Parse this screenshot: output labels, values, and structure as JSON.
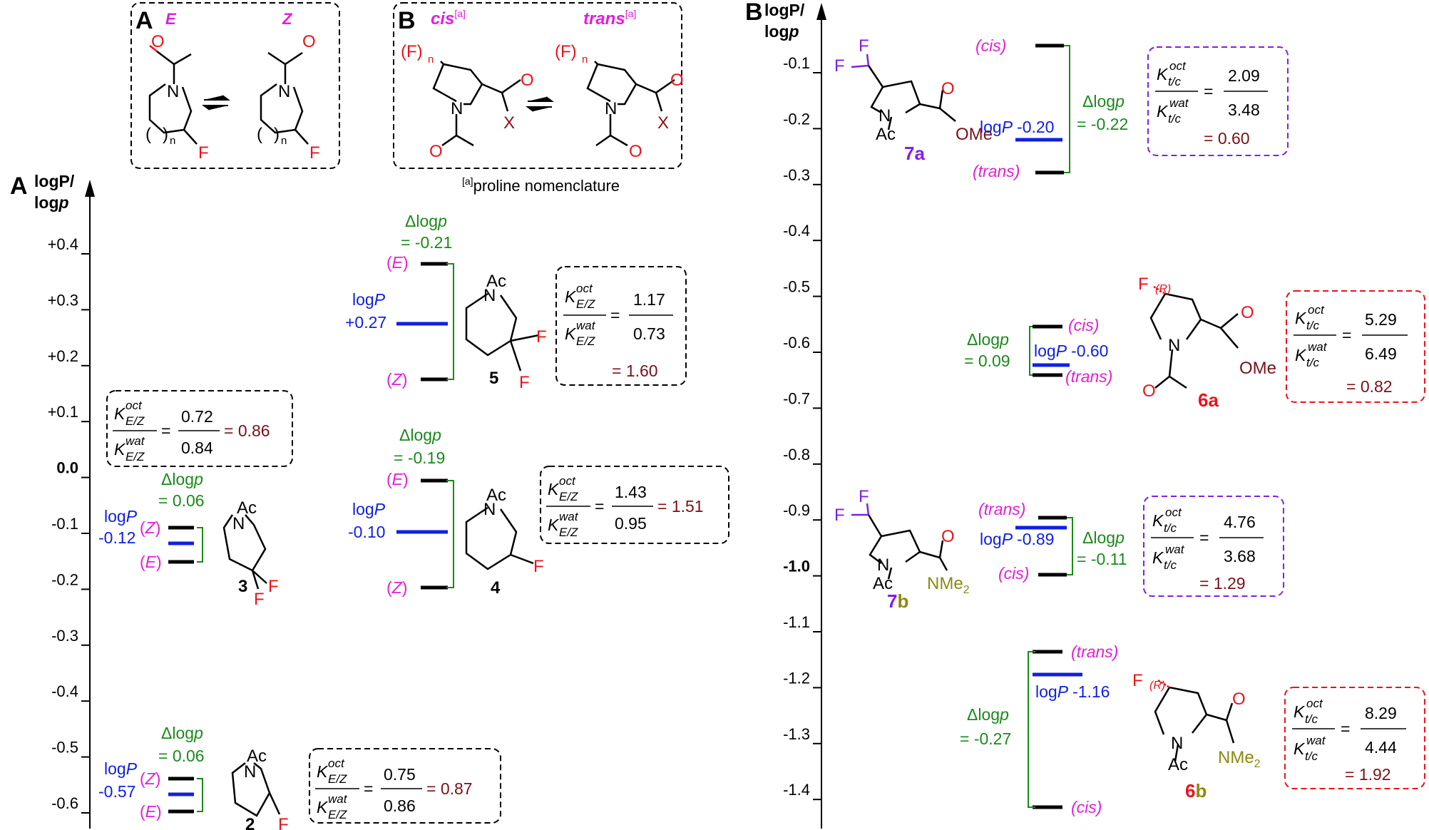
{
  "panel_a_left": {
    "label": "A",
    "axis_title_1": "logP/",
    "axis_title_2a": "log",
    "axis_title_2b": "p",
    "ticks": [
      "+0.4",
      "+0.3",
      "+0.2",
      "+0.1",
      "0.0",
      "-0.1",
      "-0.2",
      "-0.3",
      "-0.4",
      "-0.5",
      "-0.6"
    ]
  },
  "panel_b_right": {
    "label": "B",
    "axis_title_1": "logP/",
    "axis_title_2a": "log",
    "axis_title_2b": "p",
    "ticks": [
      "-0.1",
      "-0.2",
      "-0.3",
      "-0.4",
      "-0.5",
      "-0.6",
      "-0.7",
      "-0.8",
      "-0.9",
      "-1.0",
      "-1.1",
      "-1.2",
      "-1.3",
      "-1.4"
    ]
  },
  "inset_a": {
    "label": "A",
    "e": "E",
    "z": "Z",
    "n": "n",
    "f": "F",
    "o": "O",
    "n_atom": "N",
    "paren_l": "(",
    "paren_r": ")"
  },
  "inset_b": {
    "label": "B",
    "cis": "cis",
    "trans": "trans",
    "sup": "[a]",
    "fn": "(F)",
    "n": "n",
    "n_atom": "N",
    "o": "O",
    "x": "X",
    "footnote_sup": "[a]",
    "footnote": "proline nomenclature"
  },
  "common": {
    "ac": "Ac",
    "n": "N",
    "f": "F",
    "o": "O",
    "ome": "OMe",
    "nme": "NMe",
    "sub2": "2",
    "dlogp_a": "Δlog",
    "dlogp_b": "p",
    "logp_a": "log",
    "logp_b": "P",
    "E": "(E)",
    "Z": "(Z)",
    "cis": "(cis)",
    "trans": "(trans)",
    "K": "K",
    "oct": "oct",
    "wat": "wat",
    "EZ": "E/Z",
    "tc": "t/c",
    "eq": "=",
    "R": "(R)"
  },
  "cmpd3": {
    "label": "3",
    "dlogp": "= 0.06",
    "logp": "-0.12",
    "num": "0.72",
    "den": "0.84",
    "result": "= 0.86"
  },
  "cmpd2": {
    "label": "2",
    "dlogp": "= 0.06",
    "logp": "-0.57",
    "num": "0.75",
    "den": "0.86",
    "result": "= 0.87"
  },
  "cmpd5": {
    "label": "5",
    "dlogp": "= -0.21",
    "logp": "+0.27",
    "num": "1.17",
    "den": "0.73",
    "result": "= 1.60"
  },
  "cmpd4": {
    "label": "4",
    "dlogp": "= -0.19",
    "logp": "-0.10",
    "num": "1.43",
    "den": "0.95",
    "result": "= 1.51"
  },
  "cmpd7a": {
    "label_a": "7",
    "label_b": "a",
    "dlogp": "= -0.22",
    "logp": "-0.20",
    "num": "2.09",
    "den": "3.48",
    "result": "= 0.60"
  },
  "cmpd6a": {
    "label_a": "6",
    "label_b": "a",
    "dlogp": "= 0.09",
    "logp": "-0.60",
    "num": "5.29",
    "den": "6.49",
    "result": "= 0.82"
  },
  "cmpd7b": {
    "label_a": "7",
    "label_b": "b",
    "dlogp": "= -0.11",
    "logp": "-0.89",
    "num": "4.76",
    "den": "3.68",
    "result": "= 1.29"
  },
  "cmpd6b": {
    "label_a": "6",
    "label_b": "b",
    "dlogp": "= -0.27",
    "logp": "-1.16",
    "num": "8.29",
    "den": "4.44",
    "result": "= 1.92"
  },
  "colors": {
    "magenta": "#e020d8",
    "blue": "#1020e0",
    "green": "#1a8a1a",
    "maroon": "#7a1018",
    "red": "#e8141c",
    "purple": "#8020e0",
    "olive": "#8a8a10",
    "black": "#000000"
  }
}
